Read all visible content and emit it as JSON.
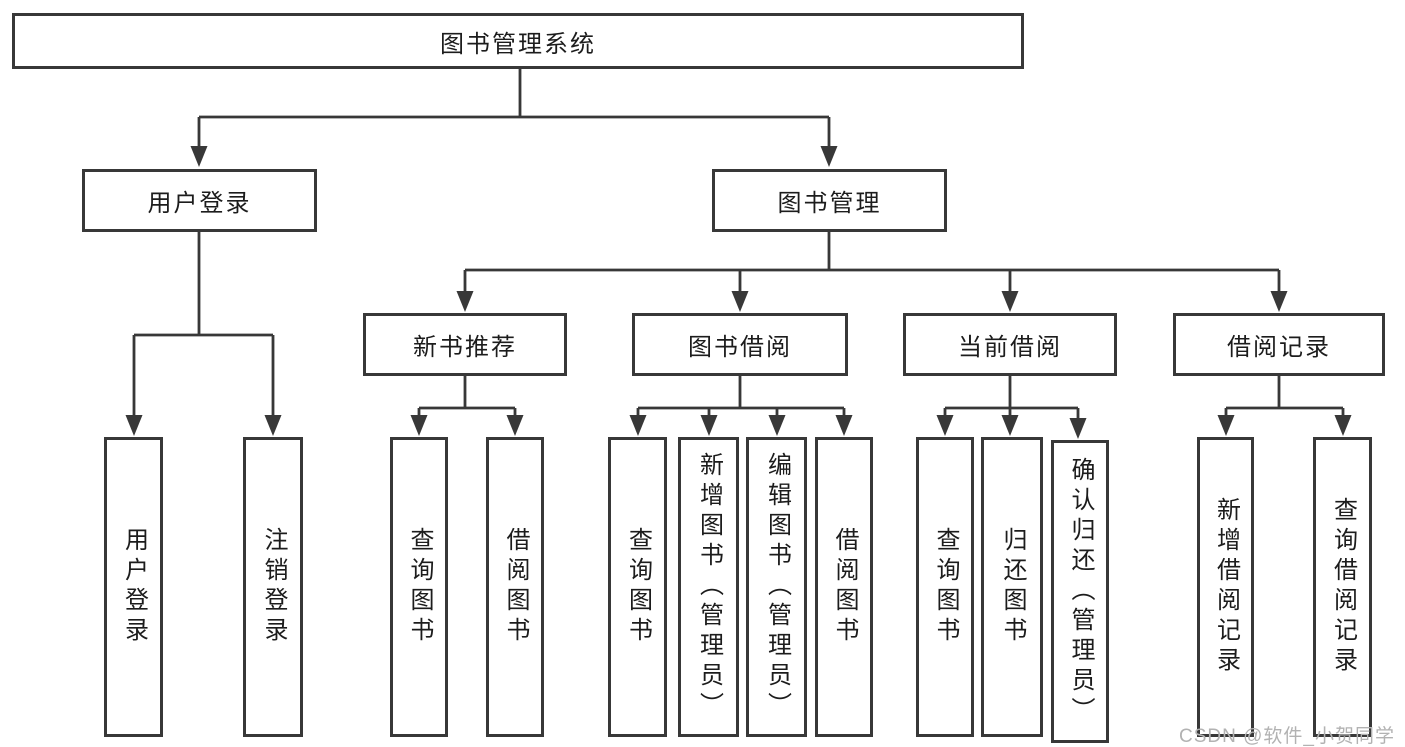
{
  "diagram_title": "图书管理系统",
  "tree": {
    "label": "图书管理系统",
    "children": [
      {
        "label": "用户登录",
        "children": [
          {
            "label": "用户登录"
          },
          {
            "label": "注销登录"
          }
        ]
      },
      {
        "label": "图书管理",
        "children": [
          {
            "label": "新书推荐",
            "children": [
              {
                "label": "查询图书"
              },
              {
                "label": "借阅图书"
              }
            ]
          },
          {
            "label": "图书借阅",
            "children": [
              {
                "label": "查询图书"
              },
              {
                "label": "新增图书（管理员）"
              },
              {
                "label": "编辑图书（管理员）"
              },
              {
                "label": "借阅图书"
              }
            ]
          },
          {
            "label": "当前借阅",
            "children": [
              {
                "label": "查询图书"
              },
              {
                "label": "归还图书"
              },
              {
                "label": "确认归还（管理员）"
              }
            ]
          },
          {
            "label": "借阅记录",
            "children": [
              {
                "label": "新增借阅记录"
              },
              {
                "label": "查询借阅记录"
              }
            ]
          }
        ]
      }
    ]
  },
  "watermark": {
    "text": "CSDN @软件_小贺同学"
  },
  "colors": {
    "line": "#383838",
    "text": "#1c1c1c",
    "watermark": "#b2b2b2",
    "background": "#ffffff"
  }
}
